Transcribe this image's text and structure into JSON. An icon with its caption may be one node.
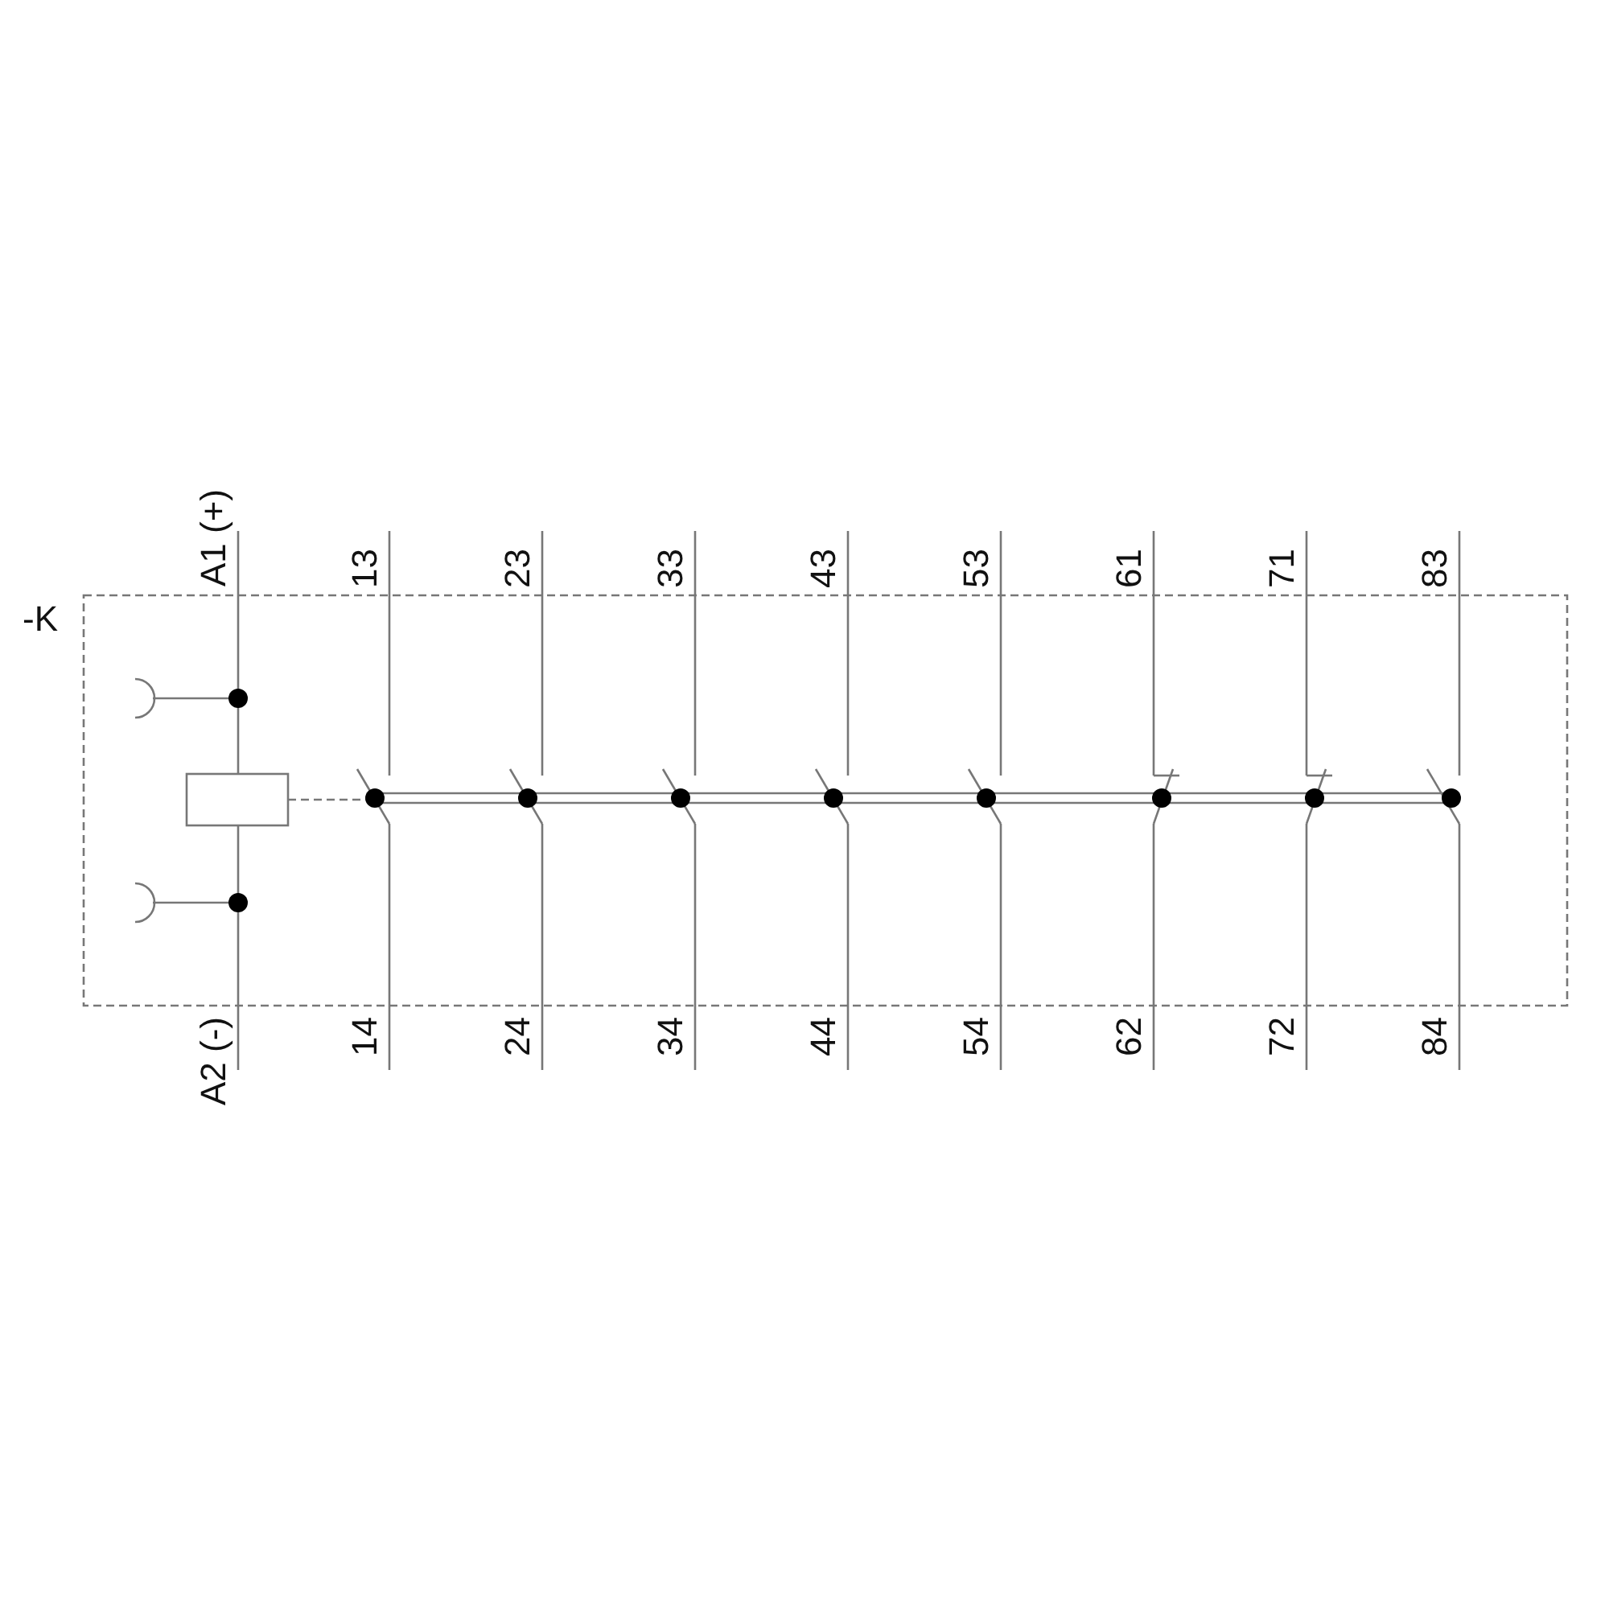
{
  "diagram": {
    "labels": [
      "-K",
      "A1 (+)",
      "13",
      "23",
      "33",
      "43",
      "53",
      "61",
      "71",
      "83",
      "A2 (-)",
      "14",
      "24",
      "34",
      "44",
      "54",
      "62",
      "72",
      "84"
    ]
  }
}
